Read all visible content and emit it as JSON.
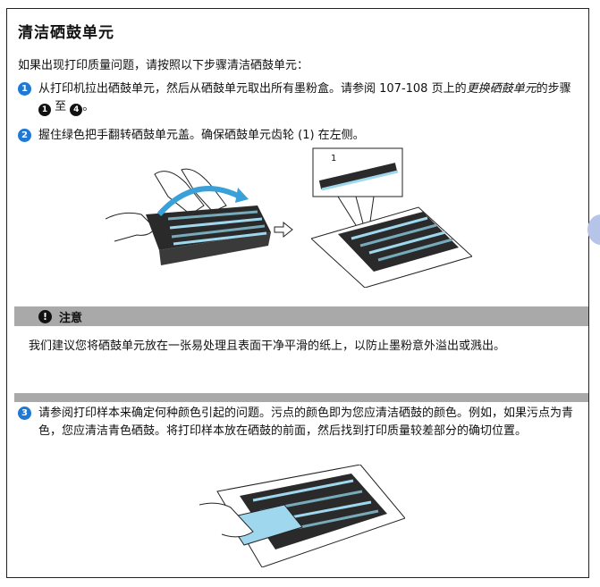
{
  "title": "清洁硒鼓单元",
  "intro": "如果出现打印质量问题，请按照以下步骤清洁硒鼓单元：",
  "steps": [
    {
      "num": "1",
      "text_a": "从打印机拉出硒鼓单元，然后从硒鼓单元取出所有墨粉盒。请参阅 107-108 页上的",
      "ref": "更换硒鼓单元",
      "text_b": "的步骤",
      "bullet_a": "1",
      "text_c": "至",
      "bullet_b": "4",
      "text_d": "。"
    },
    {
      "num": "2",
      "text": "握住绿色把手翻转硒鼓单元盖。确保硒鼓单元齿轮 (1) 在左侧。"
    },
    {
      "num": "3",
      "text": "请参阅打印样本来确定何种颜色引起的问题。污点的颜色即为您应清洁硒鼓的颜色。例如，如果污点为青色，您应清洁青色硒鼓。将打印样本放在硒鼓的前面，然后找到打印质量较差部分的确切位置。"
    }
  ],
  "figure_label": "1",
  "note": {
    "label": "注意",
    "icon": "exclamation-icon",
    "text": "我们建议您将硒鼓单元放在一张易处理且表面干净平滑的纸上，以防止墨粉意外溢出或溅出。"
  },
  "colors": {
    "step_circle": "#1e78d4",
    "note_bar": "#a9a9a9",
    "drum_cyan": "#9fd8ee",
    "side_tab": "#b5c4e8"
  }
}
